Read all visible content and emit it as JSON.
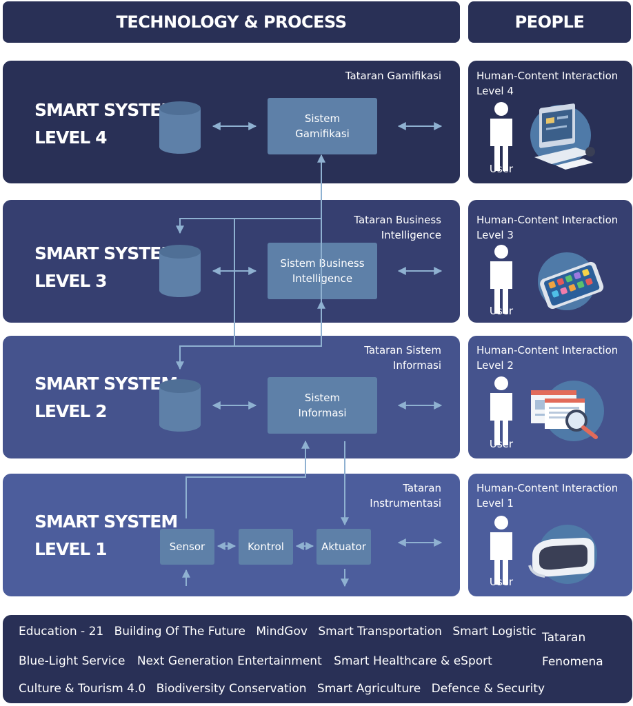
{
  "header": {
    "tech_process": "TECHNOLOGY & PROCESS",
    "people": "PEOPLE"
  },
  "levels": [
    {
      "title_line1": "SMART SYSTEM",
      "title_line2": "LEVEL 4",
      "tataran": "Tataran Gamifikasi",
      "system": "Sistem Gamifikasi",
      "hci_line1": "Human-Content Interaction",
      "hci_line2": "Level 4",
      "user": "User",
      "device_icon": "desktop-computer-icon"
    },
    {
      "title_line1": "SMART SYSTEM",
      "title_line2": "LEVEL 3",
      "tataran": "Tataran Business Intelligence",
      "system": "Sistem Business Intelligence",
      "hci_line1": "Human-Content Interaction",
      "hci_line2": "Level 3",
      "user": "User",
      "device_icon": "smartphone-icon"
    },
    {
      "title_line1": "SMART SYSTEM",
      "title_line2": "LEVEL 2",
      "tataran": "Tataran Sistem Informasi",
      "system": "Sistem Informasi",
      "hci_line1": "Human-Content Interaction",
      "hci_line2": "Level 2",
      "user": "User",
      "device_icon": "document-magnifier-icon"
    },
    {
      "title_line1": "SMART SYSTEM",
      "title_line2": "LEVEL 1",
      "tataran": "Tataran Instrumentasi",
      "sensor": "Sensor",
      "kontrol": "Kontrol",
      "aktuator": "Aktuator",
      "hci_line1": "Human-Content Interaction",
      "hci_line2": "Level 1",
      "user": "User",
      "device_icon": "vr-headset-icon"
    }
  ],
  "phenomena": {
    "row1": [
      "Education - 21",
      "Building Of The Future",
      "MindGov",
      "Smart Transportation",
      "Smart Logistic"
    ],
    "row2": [
      "Blue-Light Service",
      "Next Generation Entertainment",
      "Smart Healthcare & eSport"
    ],
    "row3": [
      "Culture & Tourism 4.0",
      "Biodiversity Conservation",
      "Smart Agriculture",
      "Defence & Security"
    ],
    "label_line1": "Tataran",
    "label_line2": "Fenomena"
  },
  "colors": {
    "level4": "#293056",
    "level3": "#363f70",
    "level2": "#45538d",
    "level1": "#4c5d9c",
    "box": "#5e80a8",
    "cylinder": "#5e80a8",
    "arrow": "#8fb1d1"
  }
}
